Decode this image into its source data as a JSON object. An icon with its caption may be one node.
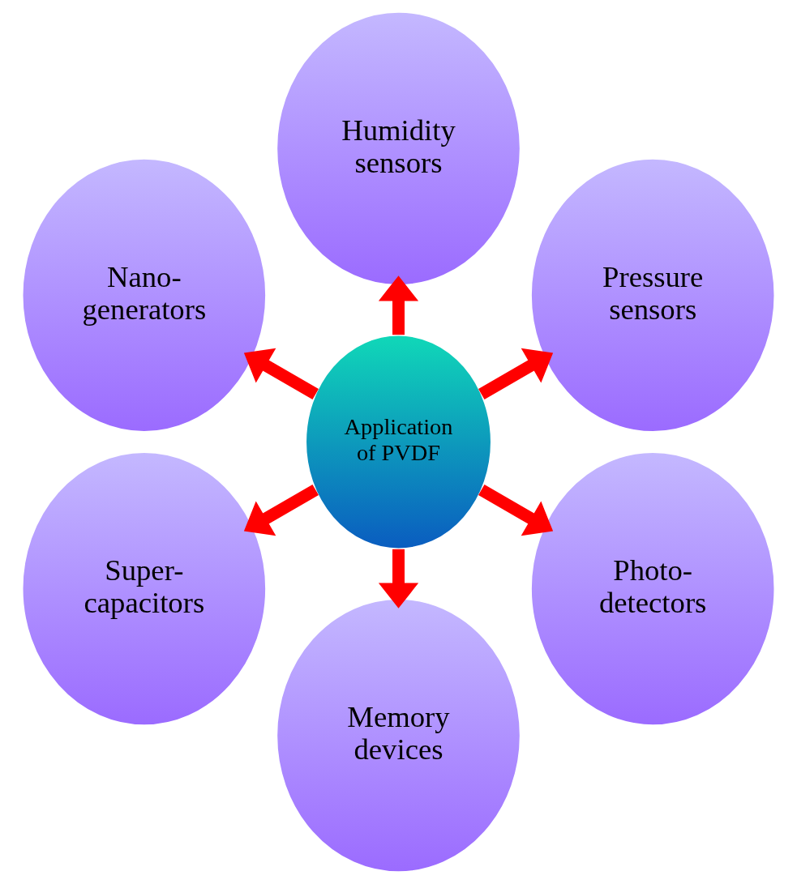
{
  "diagram": {
    "nodes": [
      {
        "text": [
          "Application of PVDF"
        ]
      },
      {
        "text": [
          "Pressure sensors"
        ]
      },
      {
        "text": [
          "Humidity sensors"
        ]
      },
      {
        "text": [
          "Nano- generators"
        ]
      },
      {
        "text": [
          "Super- capacitors"
        ]
      },
      {
        "text": [
          "Memory devices"
        ]
      },
      {
        "text": [
          "Photo- detectors"
        ]
      }
    ],
    "edges": [
      {
        "from": 0,
        "to": 1,
        "arrow": "to"
      },
      {
        "from": 0,
        "to": 3,
        "arrow": "to"
      },
      {
        "from": 0,
        "to": 5,
        "arrow": "to"
      },
      {
        "from": 0,
        "to": 6,
        "arrow": "to"
      },
      {
        "from": 0,
        "to": 4,
        "arrow": "to"
      },
      {
        "from": 0,
        "to": 2,
        "arrow": "to"
      }
    ]
  }
}
